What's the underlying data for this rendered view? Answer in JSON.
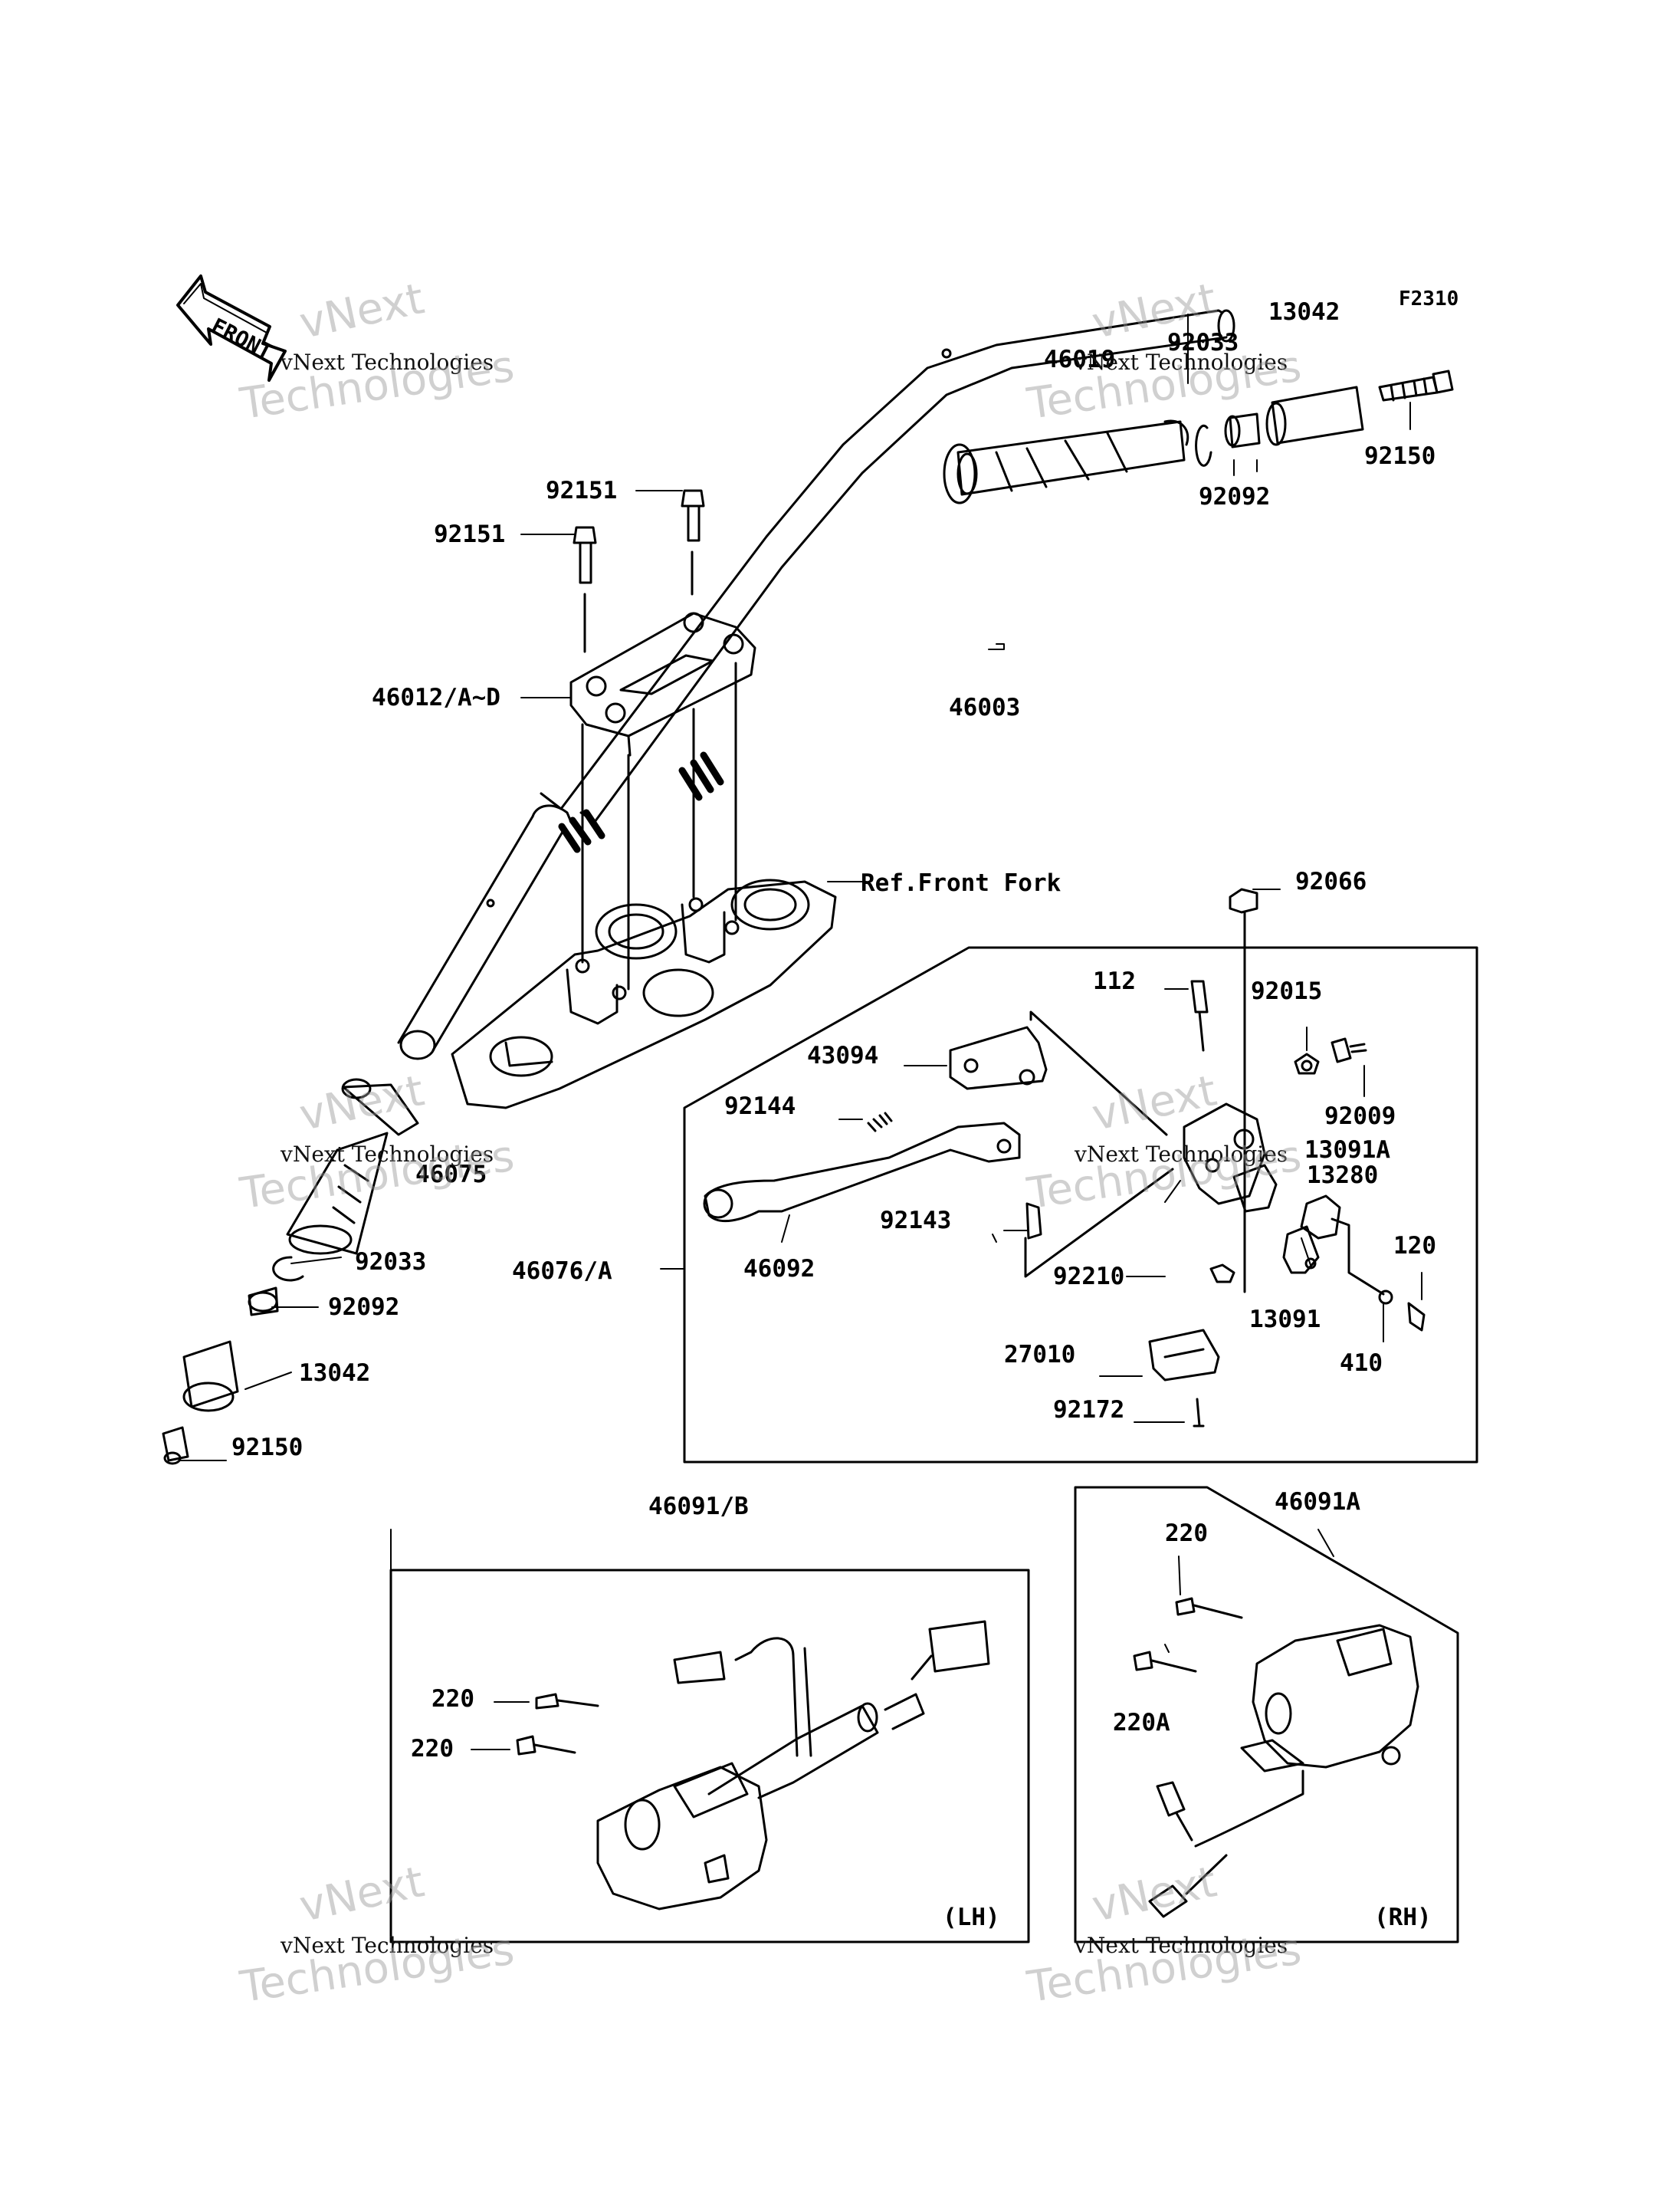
{
  "figure_code": "F2310",
  "front_arrow_label": "FRONT",
  "watermark": {
    "brand_big": "vNext",
    "brand_big2": "Technologies",
    "brand_small": "vNext Technologies"
  },
  "parts": {
    "p46019": "46019",
    "p92033_top": "92033",
    "p13042_top": "13042",
    "p92150_top": "92150",
    "p92092_top": "92092",
    "p92151_a": "92151",
    "p92151_b": "92151",
    "p46012": "46012/A~D",
    "p46003": "46003",
    "ref_front_fork": "Ref.Front Fork",
    "p92066": "92066",
    "p112": "112",
    "p92015": "92015",
    "p43094": "43094",
    "p92009": "92009",
    "p92144": "92144",
    "p13091A": "13091A",
    "p13280": "13280",
    "p46075": "46075",
    "p120": "120",
    "p92033_left": "92033",
    "p92143": "92143",
    "p46092": "46092",
    "p46076": "46076/A",
    "p92210": "92210",
    "p13091": "13091",
    "p410": "410",
    "p92092_left": "92092",
    "p27010": "27010",
    "p13042_left": "13042",
    "p92172": "92172",
    "p92150_left": "92150",
    "p46091B": "46091/B",
    "p46091A": "46091A",
    "p220_rh": "220",
    "p220A": "220A",
    "p220_lh_a": "220",
    "p220_lh_b": "220",
    "lh": "(LH)",
    "rh": "(RH)"
  }
}
